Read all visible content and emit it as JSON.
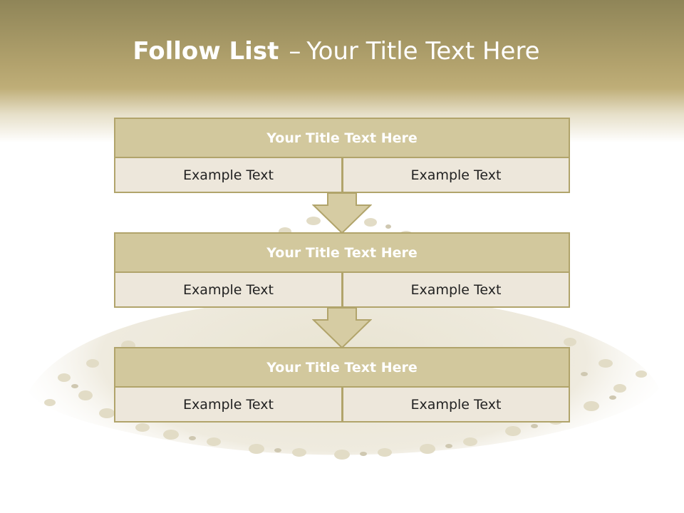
{
  "slide": {
    "title_bold": "Follow List",
    "title_dash": "–",
    "title_rest": "Your Title Text Here"
  },
  "blocks": [
    {
      "title": "Your Title Text Here",
      "left": "Example Text",
      "right": "Example Text"
    },
    {
      "title": "Your Title Text Here",
      "left": "Example Text",
      "right": "Example Text"
    },
    {
      "title": "Your Title Text Here",
      "left": "Example Text",
      "right": "Example Text"
    }
  ],
  "colors": {
    "header": "#b2a26d",
    "block_title_fill": "#d2c89d",
    "block_cell_fill": "#ede7db",
    "border": "#b1a46b",
    "arrow_fill": "#d6cca3"
  }
}
